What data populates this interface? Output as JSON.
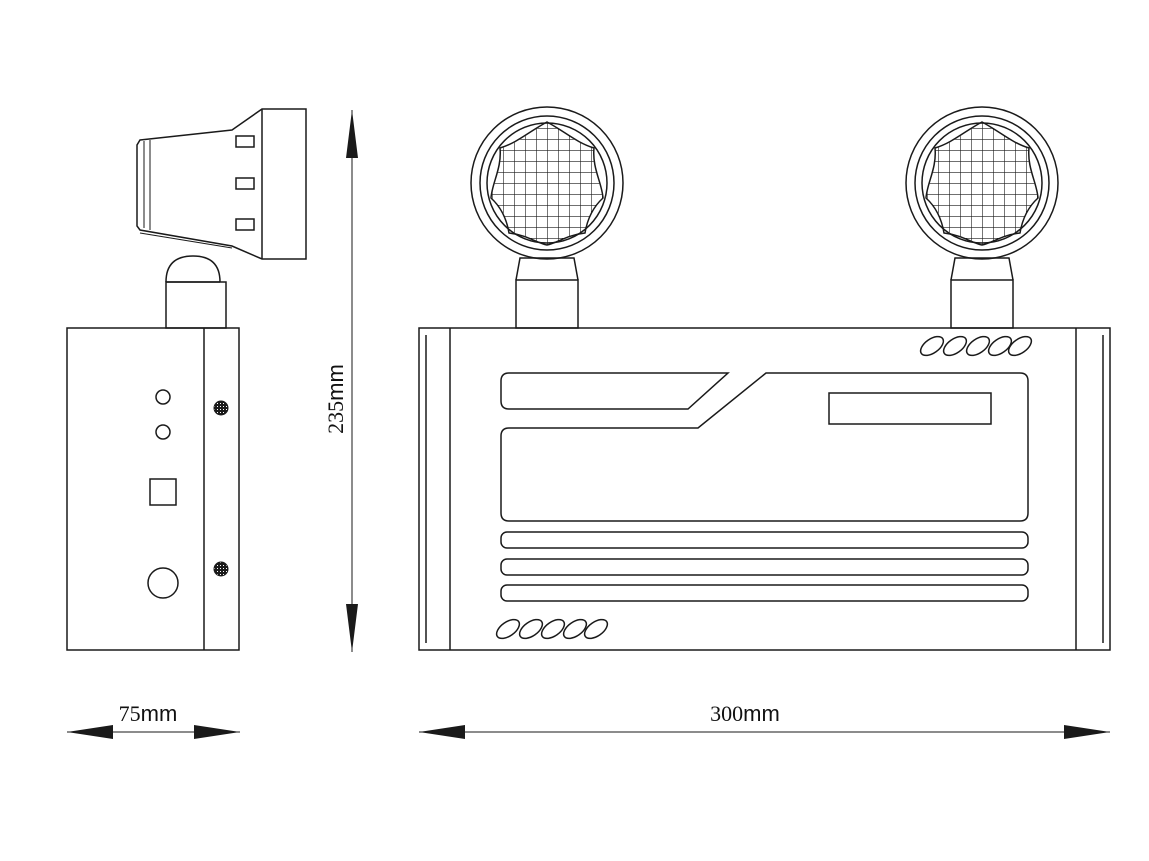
{
  "dimensions": {
    "width_side": {
      "value": "75",
      "unit": "mm"
    },
    "height": {
      "value": "235",
      "unit": "mm"
    },
    "width_front": {
      "value": "300",
      "unit": "mm"
    }
  },
  "colors": {
    "line": "#1a1a1a",
    "background": "#ffffff"
  }
}
